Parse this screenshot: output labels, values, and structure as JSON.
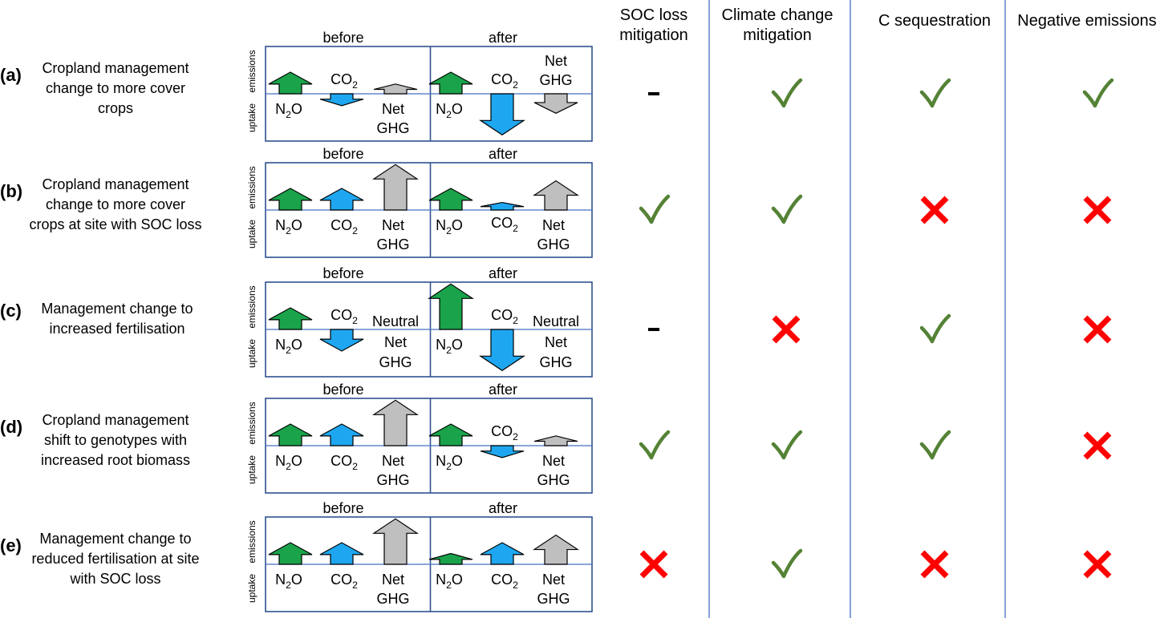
{
  "columns": [
    {
      "key": "soc_loss_mitigation",
      "lines": [
        "SOC loss",
        "mitigation"
      ]
    },
    {
      "key": "climate_change_mitigation",
      "lines": [
        "Climate change",
        "mitigation"
      ]
    },
    {
      "key": "c_sequestration",
      "lines": [
        "C sequestration"
      ]
    },
    {
      "key": "negative_emissions",
      "lines": [
        "Negative emissions"
      ]
    }
  ],
  "axis_labels": {
    "emissions": "emissions",
    "uptake": "uptake"
  },
  "panel_labels": {
    "before": "before",
    "after": "after"
  },
  "gas_labels": {
    "n2o": "N",
    "n2o_sub": "2",
    "n2o_end": "O",
    "co2": "CO",
    "co2_sub": "2",
    "net": "Net",
    "ghg": "GHG",
    "neutral": "Neutral"
  },
  "colors": {
    "n2o": "#1aa34a",
    "co2": "#1ea7f0",
    "net": "#bfbfbf",
    "box": "#2f528f",
    "baseline": "#4472c4",
    "check": "#548235",
    "cross": "#ff0000",
    "divider": "#4472c4"
  },
  "rows": [
    {
      "id": "a",
      "label": "(a)",
      "text": [
        "Cropland management",
        "change to more cover",
        "crops"
      ],
      "before": {
        "n2o": 1,
        "co2": -0.55,
        "net": 0.45
      },
      "after": {
        "n2o": 1,
        "co2": -1.9,
        "net": -0.9
      },
      "results": [
        "dash",
        "check",
        "check",
        "check"
      ]
    },
    {
      "id": "b",
      "label": "(b)",
      "text": [
        "Cropland management",
        "change to more cover",
        "crops at site with SOC loss"
      ],
      "before": {
        "n2o": 1,
        "co2": 1,
        "net": 2.1
      },
      "after": {
        "n2o": 1,
        "co2": 0.35,
        "net": 1.35
      },
      "results": [
        "check",
        "check",
        "cross",
        "cross"
      ]
    },
    {
      "id": "c",
      "label": "(c)",
      "text": [
        "Management change to",
        "increased fertilisation"
      ],
      "before": {
        "n2o": 1,
        "co2": -1,
        "net": 0,
        "net_neutral": true
      },
      "after": {
        "n2o": 2.1,
        "co2": -1.9,
        "net": 0,
        "net_neutral": true
      },
      "results": [
        "dash",
        "cross",
        "check",
        "cross"
      ]
    },
    {
      "id": "d",
      "label": "(d)",
      "text": [
        "Cropland management",
        "shift to genotypes with",
        "increased root biomass"
      ],
      "before": {
        "n2o": 1,
        "co2": 1,
        "net": 2.1
      },
      "after": {
        "n2o": 1,
        "co2": -0.55,
        "net": 0.45
      },
      "results": [
        "check",
        "check",
        "check",
        "cross"
      ]
    },
    {
      "id": "e",
      "label": "(e)",
      "text": [
        "Management change to",
        "reduced fertilisation at site",
        "with SOC loss"
      ],
      "before": {
        "n2o": 1,
        "co2": 1,
        "net": 2.1
      },
      "after": {
        "n2o": 0.5,
        "co2": 1,
        "net": 1.35
      },
      "results": [
        "cross",
        "check",
        "cross",
        "cross"
      ]
    }
  ]
}
